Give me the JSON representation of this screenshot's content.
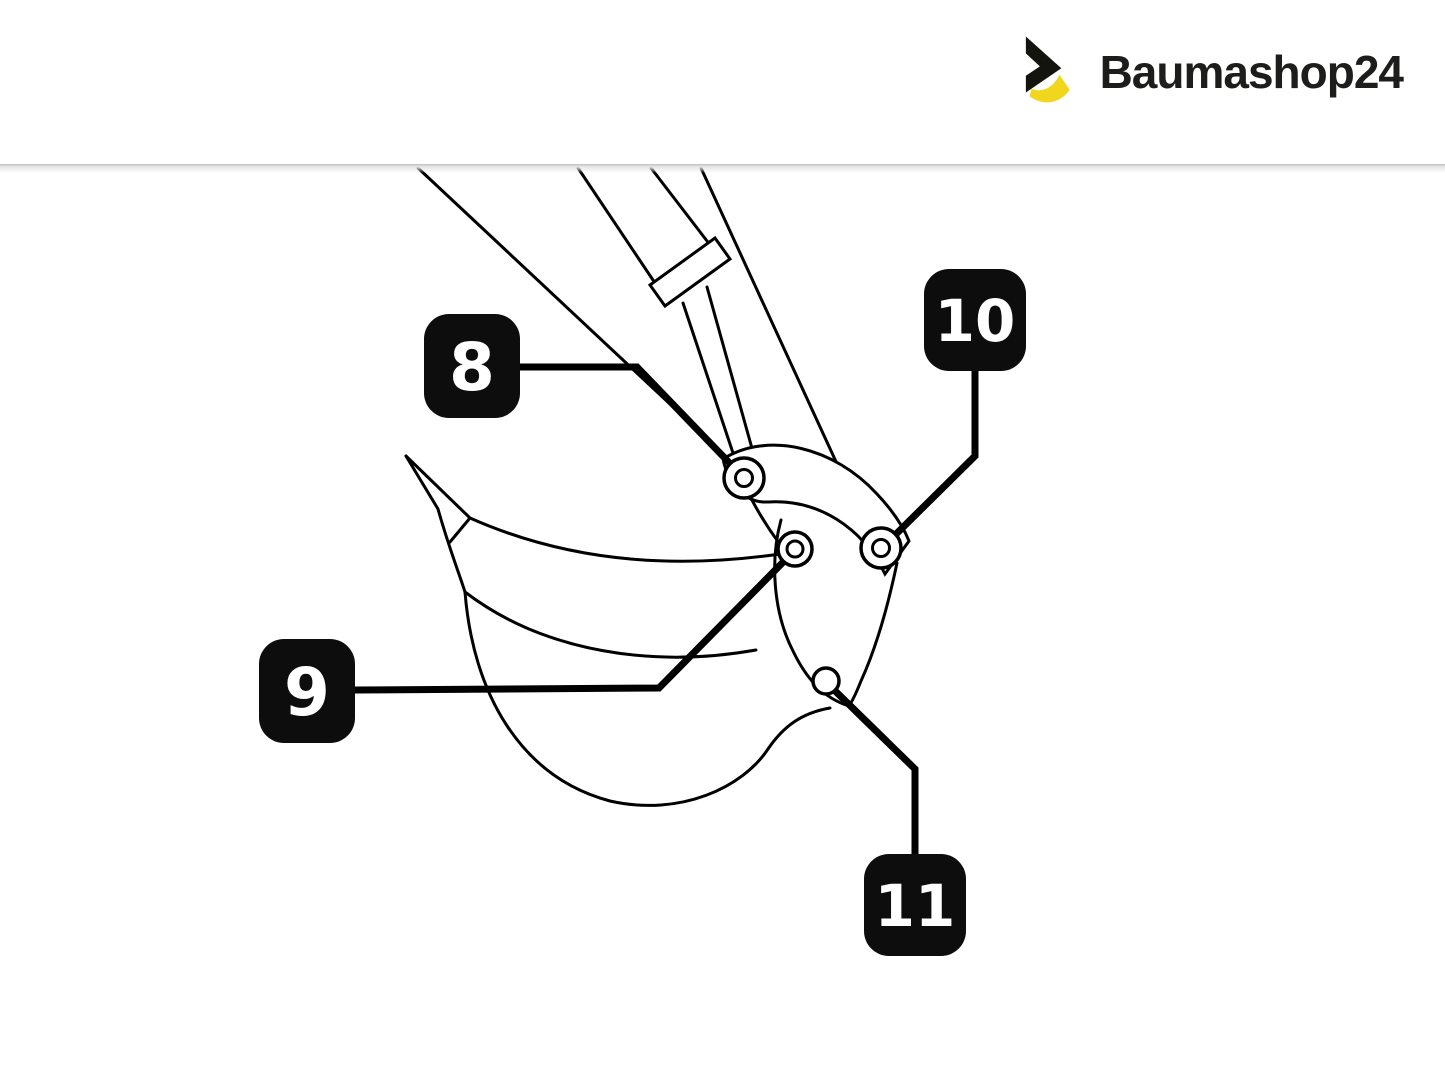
{
  "brand": {
    "name": "Baumashop24",
    "logo_icon": "baumashop-mark-icon"
  },
  "diagram": {
    "description_labels": [
      {
        "id": "part-8",
        "text": "8"
      },
      {
        "id": "part-9",
        "text": "9"
      },
      {
        "id": "part-10",
        "text": "10"
      },
      {
        "id": "part-11",
        "text": "11"
      }
    ]
  },
  "colors": {
    "line": "#000000",
    "label_bg": "#0d0d0d",
    "label_text": "#ffffff",
    "brand_yellow": "#f0d71e",
    "brand_dark": "#1d1d1b",
    "divider_gray": "#bfbfbf",
    "background": "#ffffff"
  }
}
